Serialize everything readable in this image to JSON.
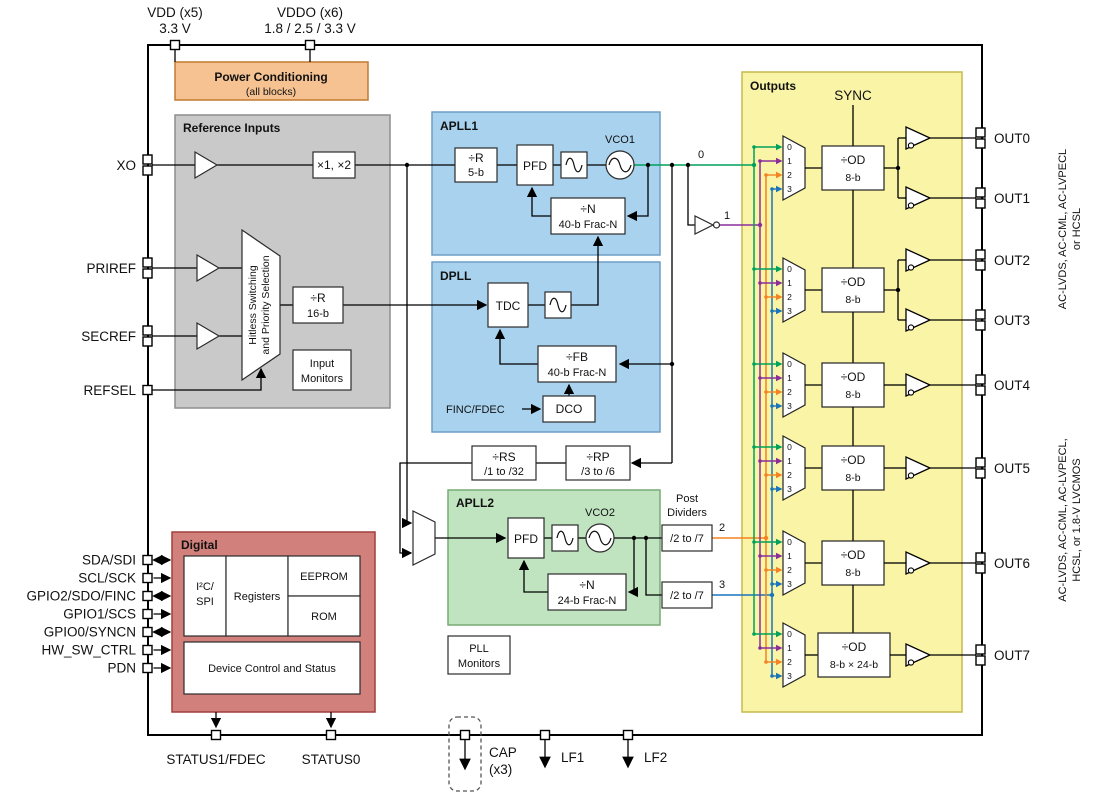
{
  "colors": {
    "power_fill": "#F6C292",
    "power_stroke": "#C07A30",
    "reference_fill": "#C9C9C9",
    "reference_stroke": "#8E8E8E",
    "pll_fill": "#A9D2EE",
    "pll_stroke": "#6E9EC6",
    "apll2_fill": "#C1E4C0",
    "apll2_stroke": "#77AC74",
    "digital_fill": "#D1807C",
    "digital_stroke": "#A13F3C",
    "outputs_fill": "#FAF4A6",
    "outputs_stroke": "#C6B94E",
    "wire_0": "#00A15C",
    "wire_1": "#8A2E9B",
    "wire_2": "#F58220",
    "wire_3": "#1B75BC"
  },
  "top": {
    "vdd_name": "VDD (x5)",
    "vdd_value": "3.3 V",
    "vddo_name": "VDDO (x6)",
    "vddo_value": "1.8 / 2.5 / 3.3 V"
  },
  "power": {
    "title": "Power Conditioning",
    "subtitle": "(all blocks)"
  },
  "reference": {
    "title": "Reference Inputs",
    "multiplier": "×1, ×2",
    "hitless_line1": "Hitless Switching",
    "hitless_line2": "and Priority Selection",
    "divider": "÷R",
    "divider_bits": "16-b",
    "monitors_line1": "Input",
    "monitors_line2": "Monitors"
  },
  "pins": {
    "xo": "XO",
    "priref": "PRIREF",
    "secref": "SECREF",
    "refsel": "REFSEL"
  },
  "apll1": {
    "title": "APLL1",
    "divider": "÷R",
    "divider_bits": "5-b",
    "pfd": "PFD",
    "vco": "VCO1",
    "fb_divider": "÷N",
    "fb_bits": "40-b Frac-N"
  },
  "dpll": {
    "title": "DPLL",
    "tdc": "TDC",
    "fb_divider": "÷FB",
    "fb_bits": "40-b Frac-N",
    "finc_fdec": "FINC/FDEC",
    "dco": "DCO"
  },
  "cascade": {
    "rs": "÷RS",
    "rs_range": "/1 to /32",
    "rp": "÷RP",
    "rp_range": "/3 to /6"
  },
  "apll2": {
    "title": "APLL2",
    "pfd": "PFD",
    "vco": "VCO2",
    "fb_divider": "÷N",
    "fb_bits": "24-b Frac-N"
  },
  "post_dividers": {
    "label_line1": "Post",
    "label_line2": "Dividers",
    "top": "/2 to /7",
    "bottom": "/2 to /7"
  },
  "pll_monitors": {
    "line1": "PLL",
    "line2": "Monitors"
  },
  "wire_labels": {
    "w0": "0",
    "w1": "1",
    "w2": "2",
    "w3": "3"
  },
  "digital": {
    "title": "Digital",
    "i2c_line1": "I²C/",
    "i2c_line2": "SPI",
    "registers": "Registers",
    "eeprom": "EEPROM",
    "rom": "ROM",
    "device_control": "Device Control and Status",
    "pins": [
      "SDA/SDI",
      "SCL/SCK",
      "GPIO2/SDO/FINC",
      "GPIO1/SCS",
      "GPIO0/SYNCN",
      "HW_SW_CTRL",
      "PDN"
    ]
  },
  "bottom": {
    "status1": "STATUS1/FDEC",
    "status0": "STATUS0",
    "cap_line1": "CAP",
    "cap_line2": "(x3)",
    "lf1": "LF1",
    "lf2": "LF2"
  },
  "outputs": {
    "title": "Outputs",
    "sync": "SYNC",
    "mux_inputs": [
      "0",
      "1",
      "2",
      "3"
    ],
    "od_label": "÷OD",
    "od_bits": "8-b",
    "od7_bits": "8-b × 24-b",
    "channels": [
      "OUT0",
      "OUT1",
      "OUT2",
      "OUT3",
      "OUT4",
      "OUT5",
      "OUT6",
      "OUT7"
    ],
    "group_a_line1": "AC-LVDS, AC-CML, AC-LVPECL",
    "group_a_line2": "or HCSL",
    "group_b_line1": "AC-LVDS, AC-CML, AC-LVPECL,",
    "group_b_line2": "HCSL, or 1.8-V LVCMOS"
  }
}
